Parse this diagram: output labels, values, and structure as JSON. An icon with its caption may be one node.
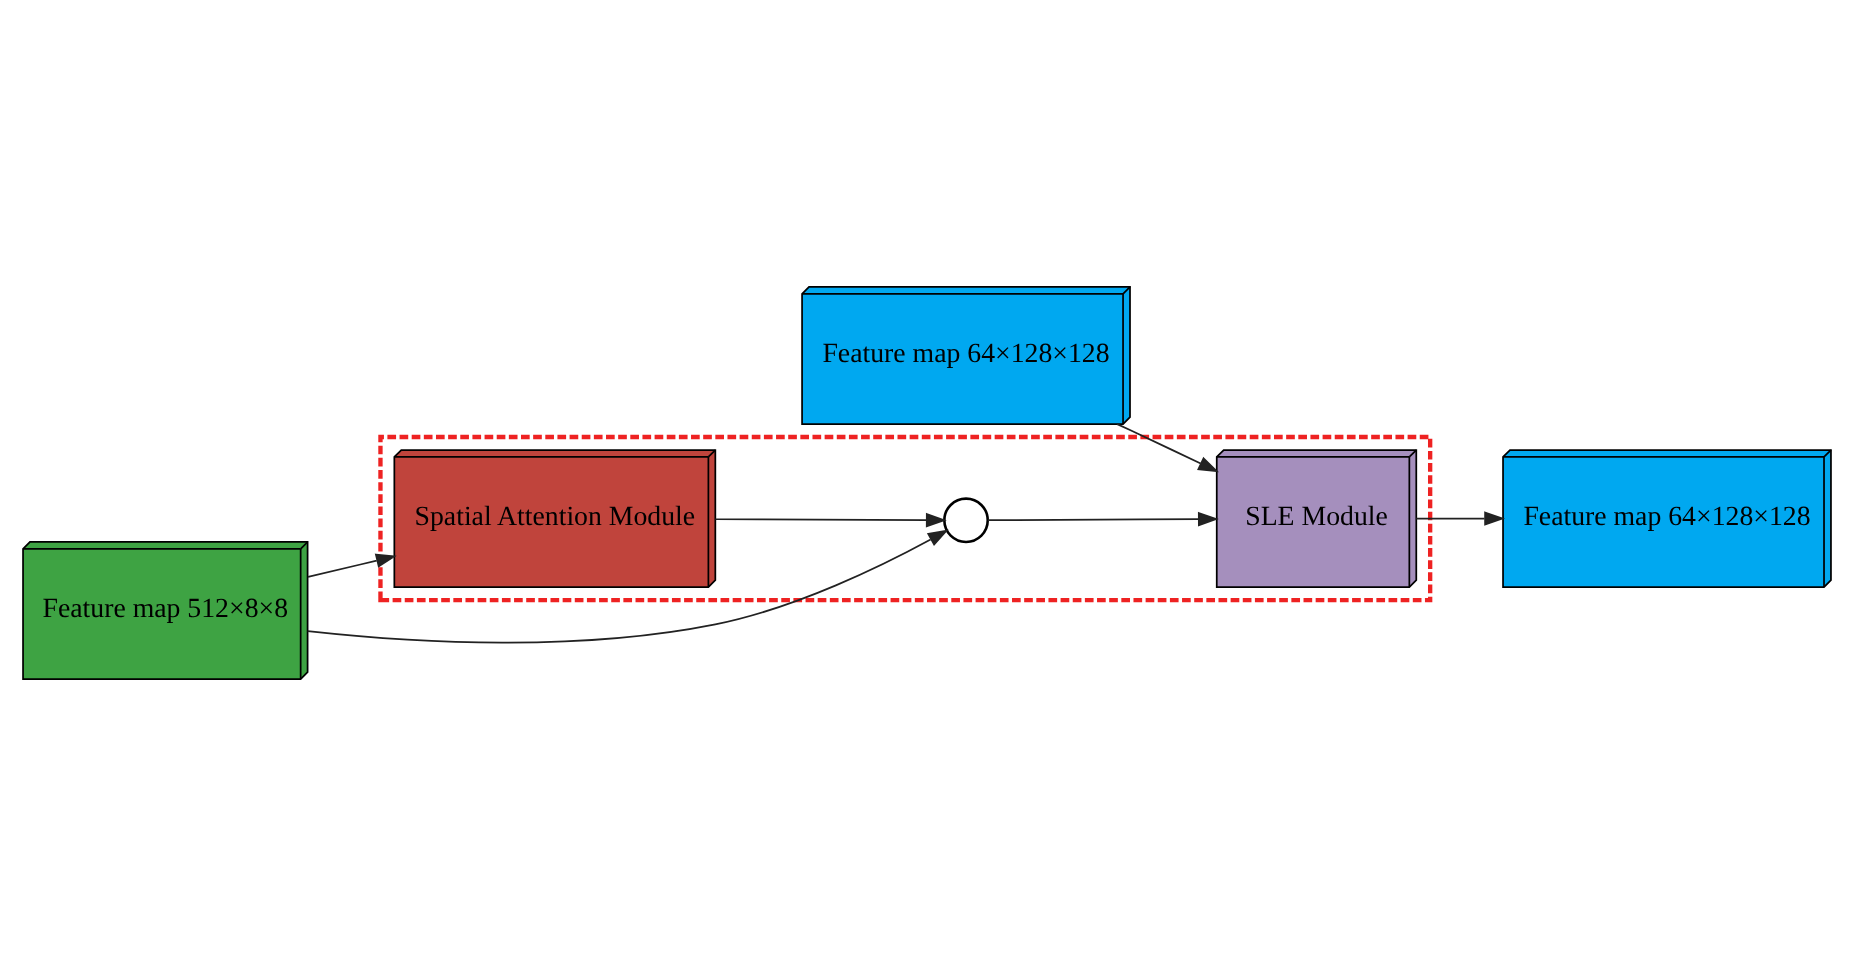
{
  "diagram": {
    "nodes": [
      {
        "text": [],
        "shape": "box"
      },
      {
        "text": [
          "Spatial Attention Module"
        ],
        "in": 0
      },
      {
        "text": [
          "Feature map 512×8×8"
        ]
      },
      {
        "text": [],
        "shape": "circle",
        "in": 0
      },
      {
        "text": [
          "SLE Module"
        ],
        "in": 0
      },
      {
        "text": [
          "Feature map 64×128×128"
        ]
      },
      {
        "text": [
          "Feature map 64×128×128"
        ]
      }
    ],
    "edges": [
      {
        "from": 2,
        "to": 1,
        "arrow": "to"
      },
      {
        "from": 2,
        "to": 3,
        "arrow": "to"
      },
      {
        "from": 1,
        "to": 3,
        "arrow": "to"
      },
      {
        "from": 3,
        "to": 4,
        "arrow": "to"
      },
      {
        "from": 4,
        "to": 5,
        "arrow": "to"
      },
      {
        "from": 6,
        "to": 4,
        "arrow": "to"
      }
    ]
  }
}
